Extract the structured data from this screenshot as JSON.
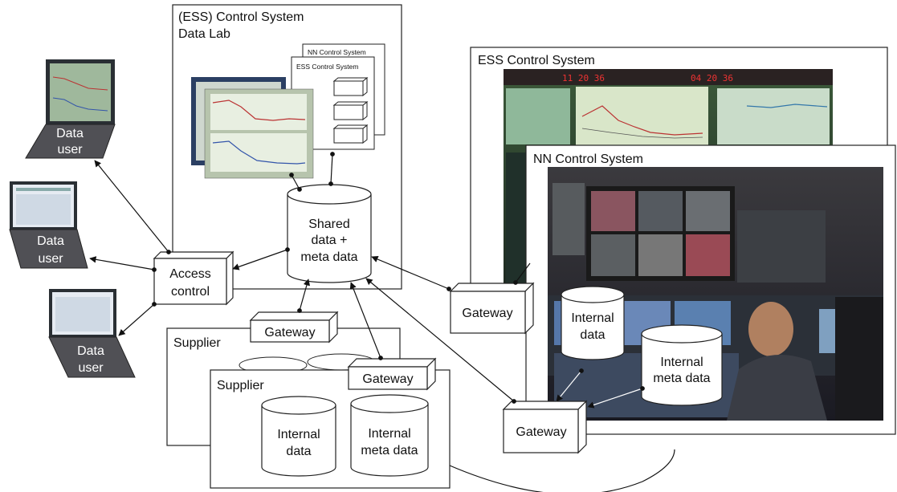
{
  "data_lab": {
    "title_line1": "(ESS) Control System",
    "title_line2": "Data Lab"
  },
  "stacked_cards": {
    "front": "ESS Control System",
    "back": "NN Control System"
  },
  "shared_store": {
    "line1": "Shared",
    "line2": "data +",
    "line3": "meta data"
  },
  "access_control": {
    "line1": "Access",
    "line2": "control"
  },
  "data_users": [
    {
      "line1": "Data",
      "line2": "user"
    },
    {
      "line1": "Data",
      "line2": "user"
    },
    {
      "line1": "Data",
      "line2": "user"
    }
  ],
  "ess_panel": {
    "title": "ESS Control System",
    "clock_left": "11 20 36",
    "clock_right": "04 20 36"
  },
  "nn_panel": {
    "title": "NN Control System",
    "internal_data": [
      "Internal",
      "data"
    ],
    "internal_meta": [
      "Internal",
      "meta data"
    ]
  },
  "gateways": {
    "label": "Gateway"
  },
  "suppliers": {
    "back_title": "Supplier",
    "front_title": "Supplier",
    "internal_data": [
      "Internal",
      "data"
    ],
    "internal_meta": [
      "Internal",
      "meta data"
    ]
  }
}
